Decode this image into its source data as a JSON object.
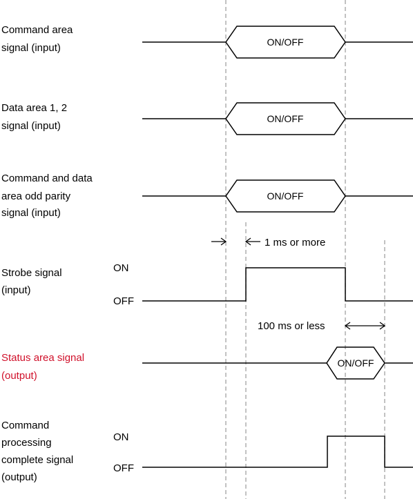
{
  "signals": {
    "command_area": {
      "label_lines": [
        "Command area",
        "signal (input)"
      ],
      "box_text": "ON/OFF"
    },
    "data_area": {
      "label_lines": [
        "Data area 1, 2",
        "signal (input)"
      ],
      "box_text": "ON/OFF"
    },
    "parity": {
      "label_lines": [
        "Command and data",
        "area odd parity",
        "signal (input)"
      ],
      "box_text": "ON/OFF"
    },
    "strobe": {
      "label_lines": [
        "Strobe signal",
        "(input)"
      ],
      "on_label": "ON",
      "off_label": "OFF"
    },
    "status": {
      "label_lines": [
        "Status area signal",
        "(output)"
      ],
      "box_text": "ON/OFF",
      "label_color": "#d0102a"
    },
    "complete": {
      "label_lines": [
        "Command",
        "processing",
        "complete signal",
        "(output)"
      ],
      "on_label": "ON",
      "off_label": "OFF"
    }
  },
  "annotations": {
    "min_interval": "1 ms or more",
    "max_interval": "100 ms or less"
  },
  "colors": {
    "line": "#000000",
    "guide": "#9a9a9a",
    "status_label": "#d0102a"
  }
}
